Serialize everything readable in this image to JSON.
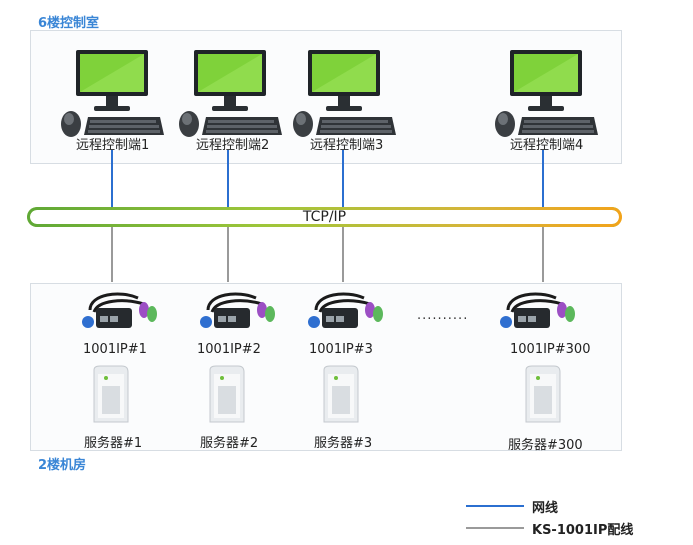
{
  "rooms": {
    "top_label": "6楼控制室",
    "bottom_label": "2楼机房"
  },
  "network": {
    "bus_label": "TCP/IP"
  },
  "remote_terminals": [
    "远程控制端1",
    "远程控制端2",
    "远程控制端3",
    "远程控制端4"
  ],
  "kvm_units": [
    "1001IP#1",
    "1001IP#2",
    "1001IP#3",
    "1001IP#300"
  ],
  "servers": [
    "服务器#1",
    "服务器#2",
    "服务器#3",
    "服务器#300"
  ],
  "ellipsis": "··········",
  "legend": {
    "network_line": "网线",
    "ks_cable": "KS-1001IP配线"
  },
  "colors": {
    "network_line": "#2b6fd0",
    "ks_cable": "#9a9a9a",
    "room_label": "#3a86d6",
    "monitor_screen": "#7fd23a"
  }
}
